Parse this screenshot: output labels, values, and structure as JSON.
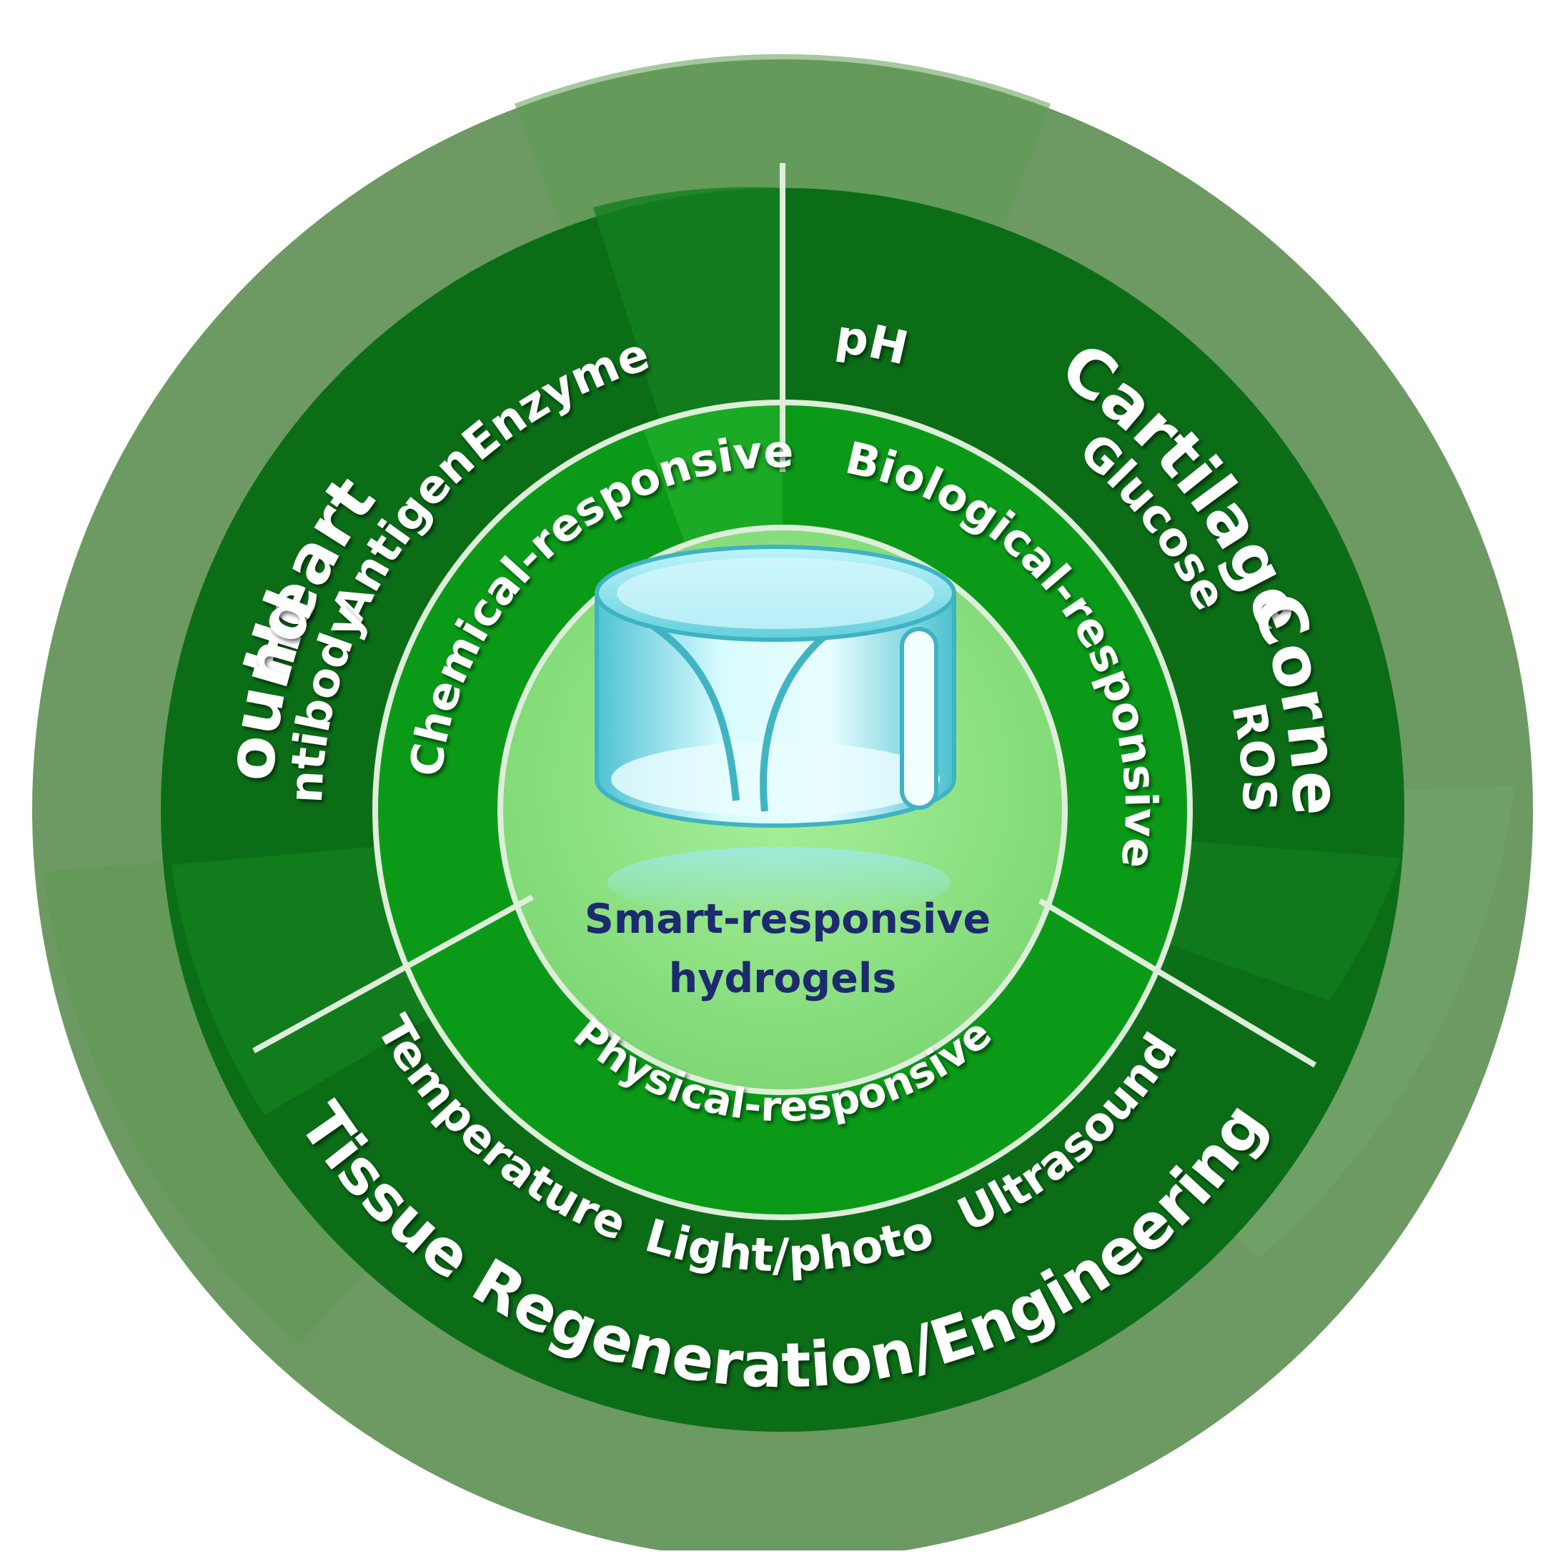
{
  "center": {
    "line1": "Smart-responsive",
    "line2": "hydrogels"
  },
  "middle_ring": [
    {
      "id": "chemical",
      "label": "Chemical-responsive"
    },
    {
      "id": "biological",
      "label": "Biological-responsive"
    },
    {
      "id": "physical",
      "label": "Physical-responsive"
    }
  ],
  "stimuli": [
    {
      "id": "enzyme",
      "label": "Enzyme"
    },
    {
      "id": "antigen",
      "label": "Antigen"
    },
    {
      "id": "antibody",
      "label": "Antibody"
    },
    {
      "id": "ph",
      "label": "pH"
    },
    {
      "id": "glucose",
      "label": "Glucose"
    },
    {
      "id": "ros",
      "label": "ROS"
    },
    {
      "id": "temperature",
      "label": "Temperature"
    },
    {
      "id": "light",
      "label": "Light/photo"
    },
    {
      "id": "ultrasound",
      "label": "Ultrasound"
    }
  ],
  "applications": [
    {
      "id": "heart",
      "label": "Heart"
    },
    {
      "id": "wound",
      "label": "Wound"
    },
    {
      "id": "cartilage",
      "label": "Cartilage"
    },
    {
      "id": "cornea",
      "label": "Cornea"
    },
    {
      "id": "tissue",
      "label": "Tissue Regeneration/Engineering"
    }
  ],
  "colors": {
    "outer_ring": "#6c9a62",
    "stimuli_ring": "#0b6e17",
    "middle_ring": "#0a9a18",
    "core": "#8de384",
    "divider": "#dfeeda",
    "hydrogel": "#6fd3e0",
    "center_text": "#1c2a6e"
  }
}
